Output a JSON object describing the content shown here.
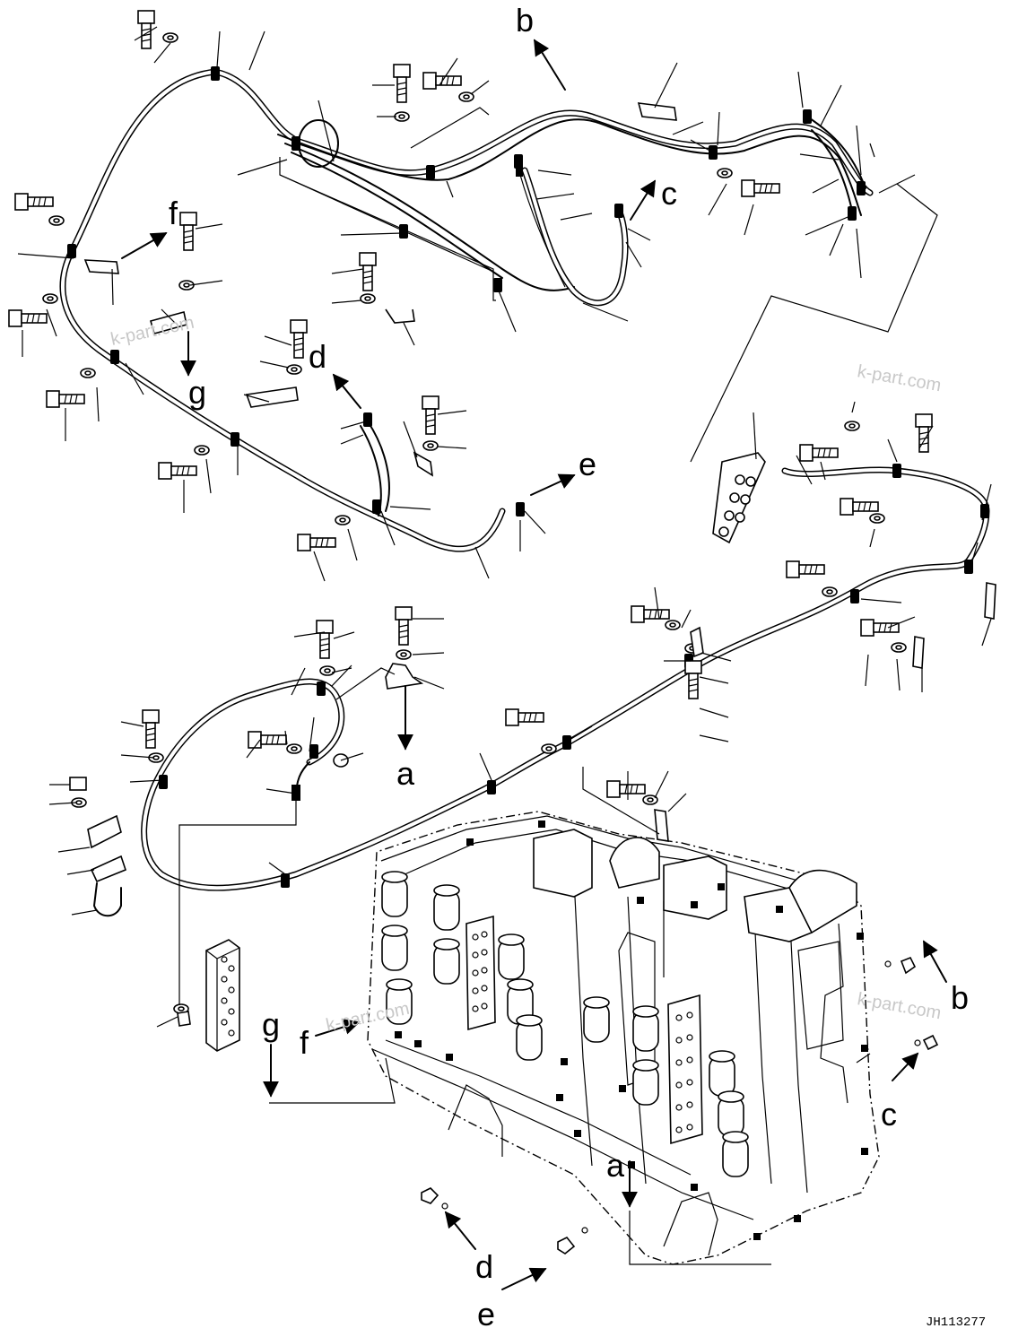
{
  "labels": {
    "a_top": "a",
    "a_bottom": "a",
    "b_top": "b",
    "b_bottom": "b",
    "c_top": "c",
    "c_bottom": "c",
    "d_top": "d",
    "d_bottom": "d",
    "e_top": "e",
    "e_bottom": "e",
    "f_top": "f",
    "f_bottom": "f",
    "g_top": "g",
    "g_bottom": "g"
  },
  "drawing_code": "JH113277",
  "watermark": "k-part.com",
  "colors": {
    "line": "#000000",
    "background": "#ffffff",
    "watermark": "#c8c8c8"
  }
}
